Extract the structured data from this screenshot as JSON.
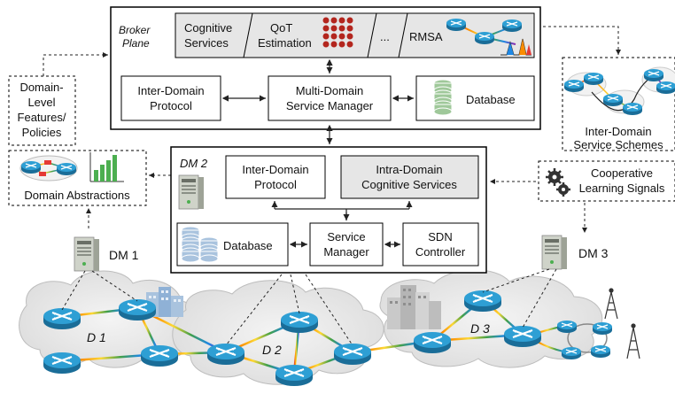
{
  "broker": {
    "title_line1": "Broker",
    "title_line2": "Plane",
    "cog_line1": "Cognitive",
    "cog_line2": "Services",
    "qot_line1": "QoT",
    "qot_line2": "Estimation",
    "ellipsis": "...",
    "rmsa": "RMSA",
    "interdomain_line1": "Inter-Domain",
    "interdomain_line2": "Protocol",
    "manager_line1": "Multi-Domain",
    "manager_line2": "Service Manager",
    "database": "Database"
  },
  "left_panel": {
    "policies_line1": "Domain-",
    "policies_line2": "Level",
    "policies_line3": "Features/",
    "policies_line4": "Policies",
    "abstractions": "Domain Abstractions"
  },
  "right_panel": {
    "schemes_line1": "Inter-Domain",
    "schemes_line2": "Service Schemes",
    "learning_line1": "Cooperative",
    "learning_line2": "Learning Signals"
  },
  "dm2": {
    "title": "DM 2",
    "interdomain_line1": "Inter-Domain",
    "interdomain_line2": "Protocol",
    "intradomain_line1": "Intra-Domain",
    "intradomain_line2": "Cognitive Services",
    "database": "Database",
    "manager_line1": "Service",
    "manager_line2": "Manager",
    "sdn_line1": "SDN",
    "sdn_line2": "Controller"
  },
  "managers": {
    "dm1": "DM 1",
    "dm3": "DM 3"
  },
  "domains": {
    "d1": "D 1",
    "d2": "D 2",
    "d3": "D 3"
  },
  "colors": {
    "router_top": "#2e9fd4",
    "router_side": "#1a6d98",
    "box_gray": "#e6e6e6",
    "db_green": "#9fc89a",
    "db_blue": "#a9c3de",
    "qot_red": "#b3261e"
  }
}
